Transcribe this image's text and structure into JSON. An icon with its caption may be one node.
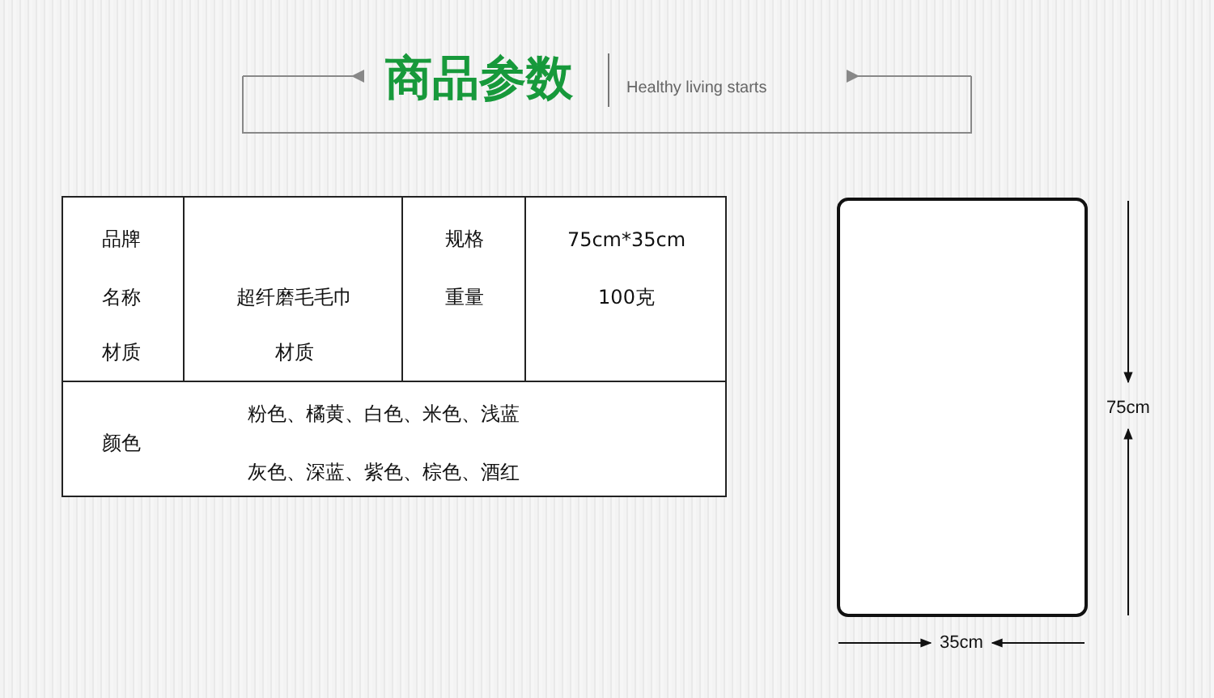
{
  "diagram": {
    "title": "商品参数",
    "nodes": [
      {
        "text": [],
        "shape": "box"
      }
    ],
    "labels": [
      "Healthy living starts",
      "品牌",
      "规格",
      "75cm*35cm",
      "名称",
      "超纤磨毛毛巾",
      "重量",
      "100克",
      "材质",
      "材质",
      "颜色",
      "粉色、橘黄、白色、米色、浅蓝",
      "灰色、深蓝、紫色、棕色、酒红",
      "75cm",
      "35cm"
    ]
  }
}
